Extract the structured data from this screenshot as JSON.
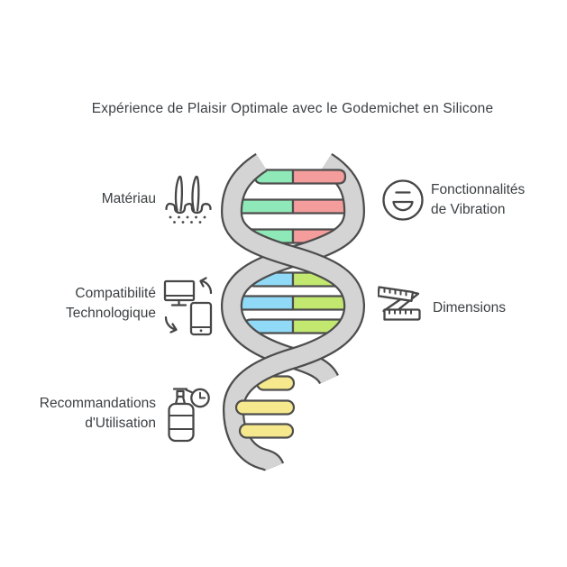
{
  "title": "Expérience de Plaisir Optimale avec le Godemichet en Silicone",
  "sections": {
    "materiau": {
      "label": "Matériau",
      "icon": "skin-hair-icon"
    },
    "fonctionnalites": {
      "line1": "Fonctionnalités",
      "line2": "de Vibration",
      "icon": "smiley-face-icon"
    },
    "compatibilite": {
      "line1": "Compatibilité",
      "line2": "Technologique",
      "icon": "device-sync-icon"
    },
    "dimensions": {
      "label": "Dimensions",
      "icon": "measuring-tape-icon"
    },
    "recommandations": {
      "line1": "Recommandations",
      "line2": "d'Utilisation",
      "icon": "bottle-timer-icon"
    }
  },
  "colors": {
    "text": "#3c4043",
    "icon_stroke": "#474747",
    "helix_ribbon": "#d4d4d4",
    "helix_outline": "#4d4d4d",
    "rung_mint": "#8fe8b7",
    "rung_pink": "#f59c9c",
    "rung_blue": "#90d9f7",
    "rung_green": "#c3e870",
    "rung_yellow": "#f6e88d"
  }
}
